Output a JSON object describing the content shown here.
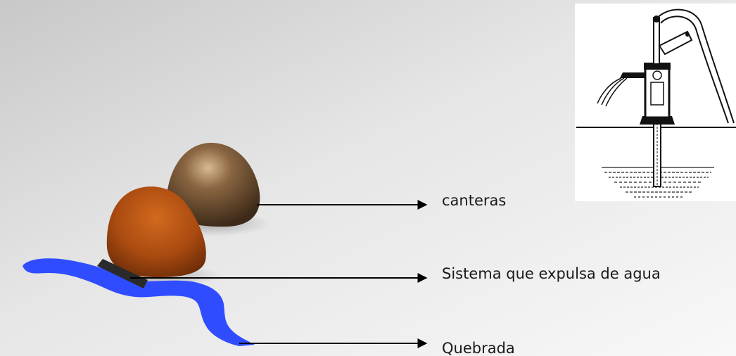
{
  "labels": {
    "canteras": "canteras",
    "sistema": "Sistema que expulsa de agua",
    "quebrada": "Quebrada"
  },
  "colors": {
    "background_light": "#f7f7f7",
    "background_dark": "#c9c9c9",
    "mound_brown": "#7a5a3a",
    "mound_orange": "#b8501a",
    "stream_blue": "#2f4dff",
    "pump_box": "#2a2a2a",
    "arrow": "#000000"
  },
  "icons": {
    "pump": "hand-water-pump-icon"
  }
}
